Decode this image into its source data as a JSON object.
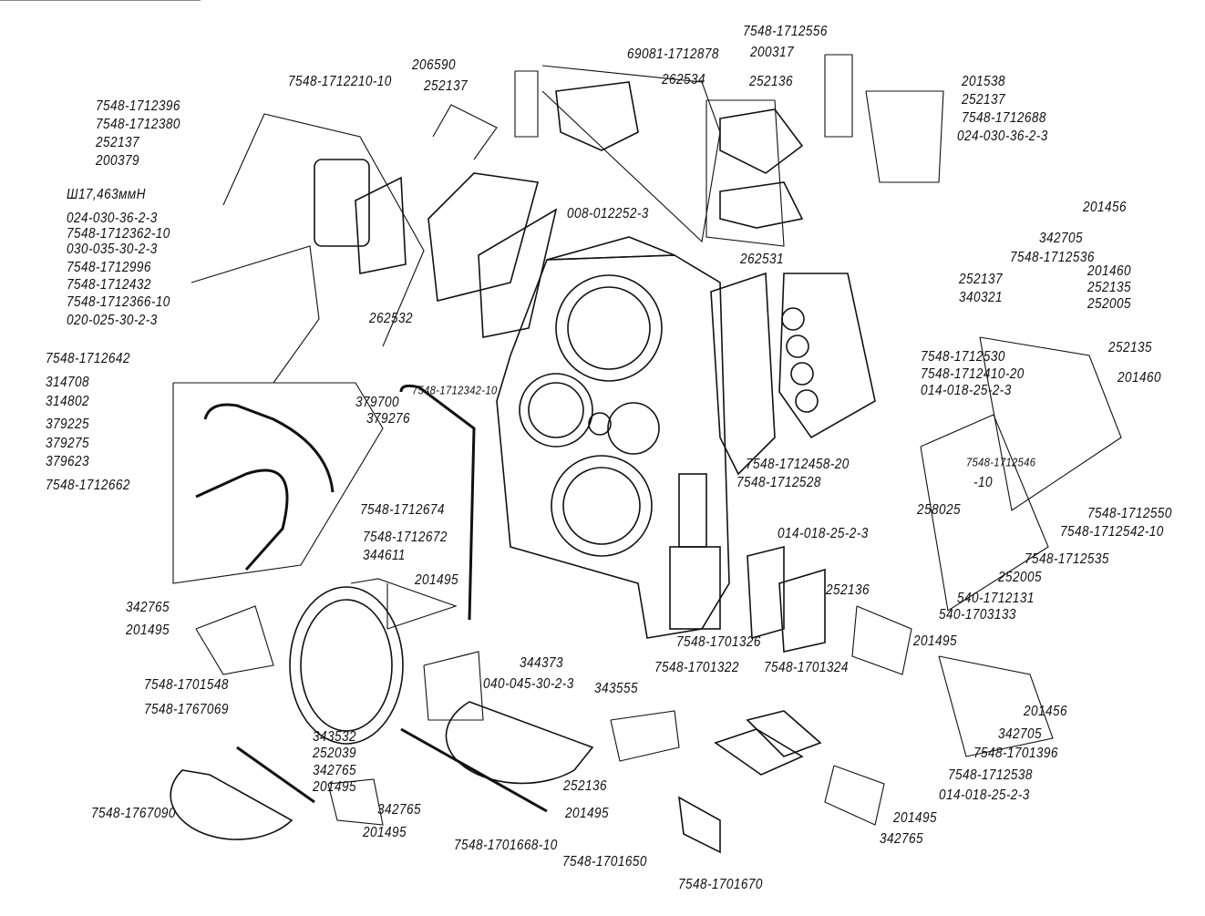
{
  "diagram": {
    "labels": [
      "7548-1712556",
      "69081-1712878",
      "200317",
      "206590",
      "252137",
      "262534",
      "252136",
      "7548-1712210-10",
      "201538",
      "252137",
      "7548-1712688",
      "024-030-36-2-3",
      "7548-1712396",
      "7548-1712380",
      "252137",
      "200379",
      "008-012252-3",
      "201456",
      "Ш17,463ммН",
      "024-030-36-2-3",
      "7548-1712362-10",
      "030-035-30-2-3",
      "7548-1712996",
      "7548-1712432",
      "7548-1712366-10",
      "020-025-30-2-3",
      "342705",
      "7548-1712536",
      "262531",
      "201460",
      "252135",
      "252005",
      "252137",
      "340321",
      "262532",
      "7548-1712642",
      "314708",
      "314802",
      "379225",
      "379275",
      "379623",
      "7548-1712662",
      "252135",
      "201460",
      "7548-1712530",
      "7548-1712410-20",
      "014-018-25-2-3",
      "379700",
      "7548-1712342-10",
      "379276",
      "7548-1712458-20",
      "7548-1712528",
      "7548-1712546",
      "-10",
      "7548-1712674",
      "7548-1712672",
      "344611",
      "201495",
      "014-018-25-2-3",
      "258025",
      "7548-1712550",
      "7548-1712542-10",
      "7548-1712535",
      "252005",
      "540-1712131",
      "540-1703133",
      "252136",
      "201495",
      "342765",
      "201495",
      "7548-1701326",
      "344373",
      "7548-1701322",
      "7548-1701324",
      "040-045-30-2-3",
      "343555",
      "7548-1701548",
      "7548-1767069",
      "201456",
      "342705",
      "343532",
      "252039",
      "342765",
      "201495",
      "7548-1701396",
      "7548-1712538",
      "014-018-25-2-3",
      "252136",
      "201495",
      "201495",
      "342765",
      "342765",
      "201495",
      "7548-1767090",
      "7548-1701668-10",
      "7548-1701650",
      "7548-1701670"
    ]
  }
}
